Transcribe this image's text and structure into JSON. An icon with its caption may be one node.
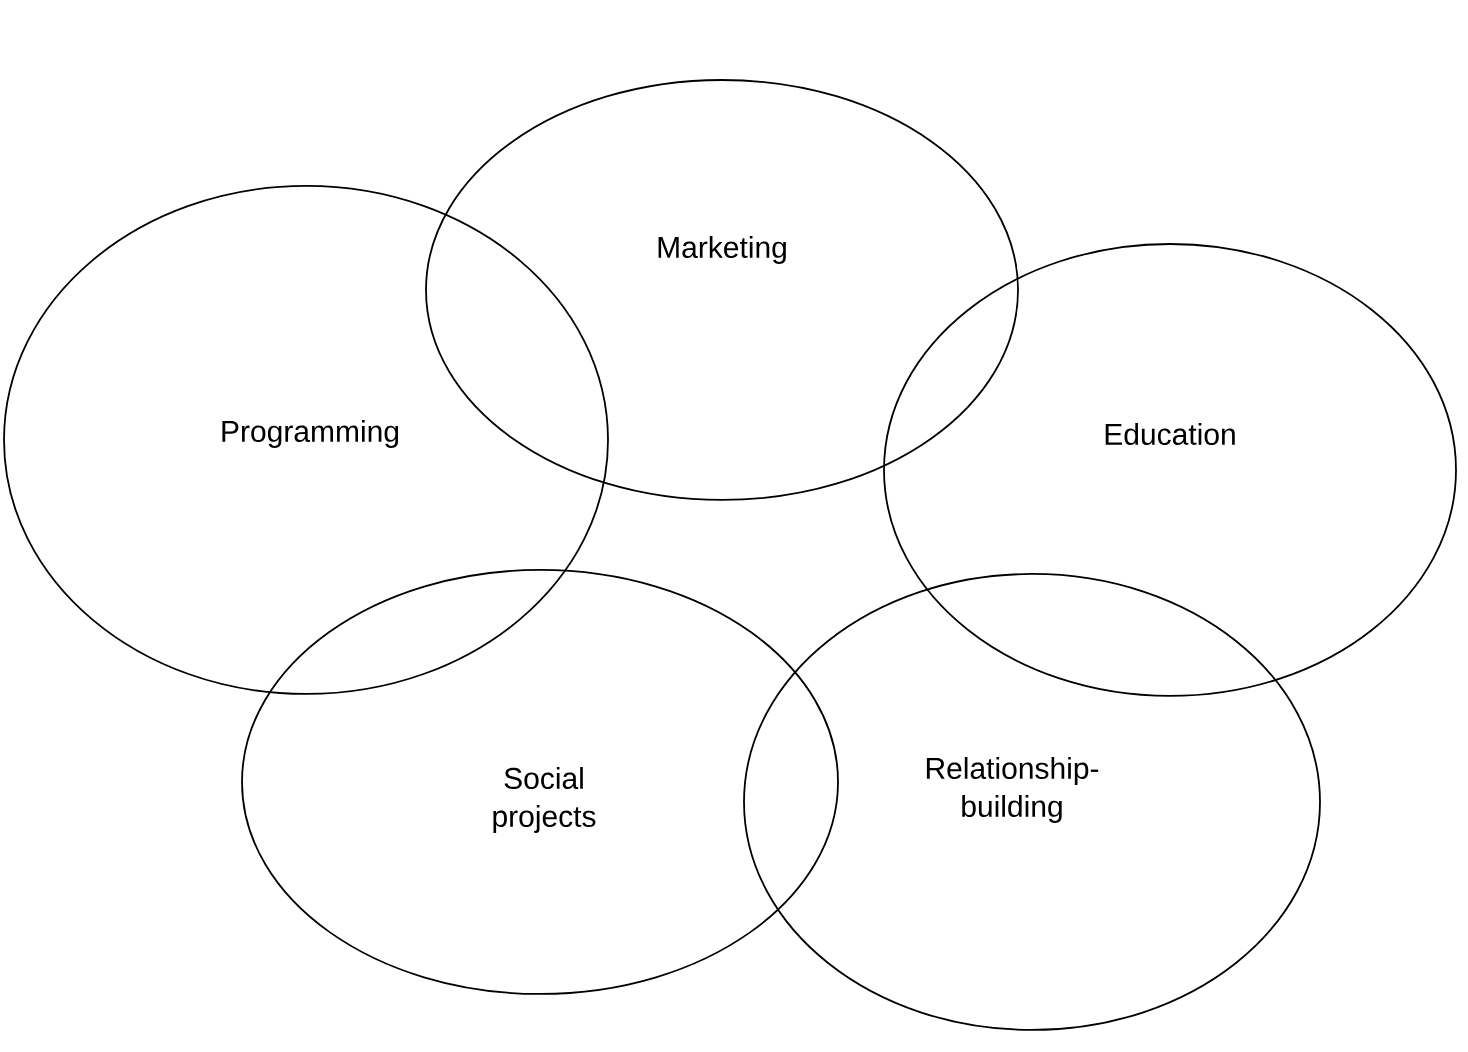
{
  "diagram": {
    "nodes": [
      {
        "text": [
          "Marketing"
        ]
      },
      {
        "text": [
          "Programming"
        ]
      },
      {
        "text": [
          "Education"
        ]
      },
      {
        "text": [
          "Social projects"
        ]
      },
      {
        "text": [
          "Relationship-building"
        ]
      }
    ]
  }
}
